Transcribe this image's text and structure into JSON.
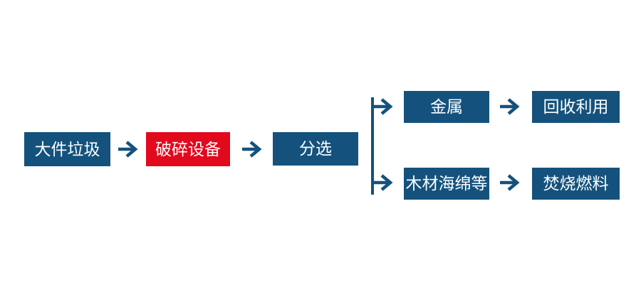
{
  "diagram": {
    "description": "Bulky waste crushing and sorting process flowchart",
    "colors": {
      "primary_blue": "#14527D",
      "accent_red": "#E2091D",
      "text_white": "#FFFFFF",
      "background": "#FFFFFF"
    },
    "icons": {
      "arrow_right": "→"
    },
    "flow": {
      "main_path": [
        {
          "id": "bulky-waste",
          "label": "大件垃圾",
          "color": "blue"
        },
        {
          "id": "crushing-equipment",
          "label": "破碎设备",
          "color": "red"
        },
        {
          "id": "sorting",
          "label": "分选",
          "color": "blue"
        }
      ],
      "branches": [
        {
          "output": {
            "id": "metal",
            "label": "金属",
            "color": "blue"
          },
          "result": {
            "id": "recycling",
            "label": "回收利用",
            "color": "blue"
          }
        },
        {
          "output": {
            "id": "wood-sponge",
            "label": "木材海绵等",
            "color": "blue"
          },
          "result": {
            "id": "incineration-fuel",
            "label": "焚烧燃料",
            "color": "blue"
          }
        }
      ]
    }
  }
}
